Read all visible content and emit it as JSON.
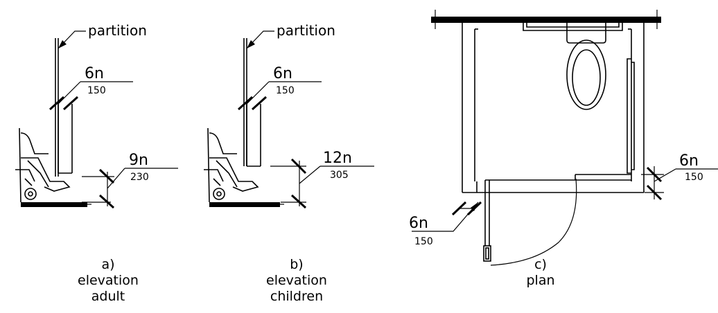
{
  "panel_a": {
    "callout": "partition",
    "gap_dim": {
      "primary": "6n",
      "secondary": "150"
    },
    "floor_dim": {
      "primary": "9n",
      "secondary": "230"
    },
    "caption": [
      "a)",
      "elevation",
      "adult"
    ]
  },
  "panel_b": {
    "callout": "partition",
    "gap_dim": {
      "primary": "6n",
      "secondary": "150"
    },
    "floor_dim": {
      "primary": "12n",
      "secondary": "305"
    },
    "caption": [
      "b)",
      "elevation",
      "children"
    ]
  },
  "panel_c": {
    "right_dim": {
      "primary": "6n",
      "secondary": "150"
    },
    "door_dim": {
      "primary": "6n",
      "secondary": "150"
    },
    "caption": [
      "c)",
      "plan"
    ]
  }
}
